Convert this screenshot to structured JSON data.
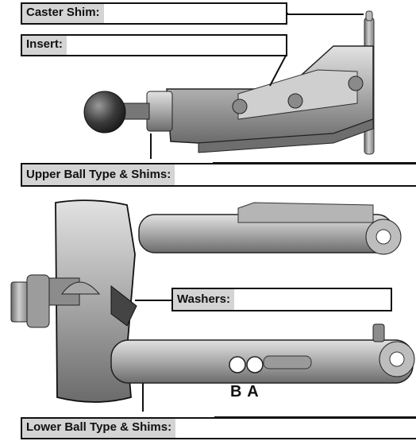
{
  "fields": {
    "caster_shim": {
      "label": "Caster Shim:",
      "value": ""
    },
    "insert": {
      "label": "Insert:",
      "value": ""
    },
    "upper_ball": {
      "label": "Upper Ball Type & Shims:",
      "value": ""
    },
    "washers": {
      "label": "Washers:",
      "value": ""
    },
    "lower_ball": {
      "label": "Lower Ball Type & Shims:",
      "value": ""
    }
  },
  "hole_labels": "B A",
  "colors": {
    "part_light": "#c9c9c9",
    "part_mid": "#9a9a9a",
    "part_dark": "#555555",
    "label_bg": "#d4d4d4"
  }
}
